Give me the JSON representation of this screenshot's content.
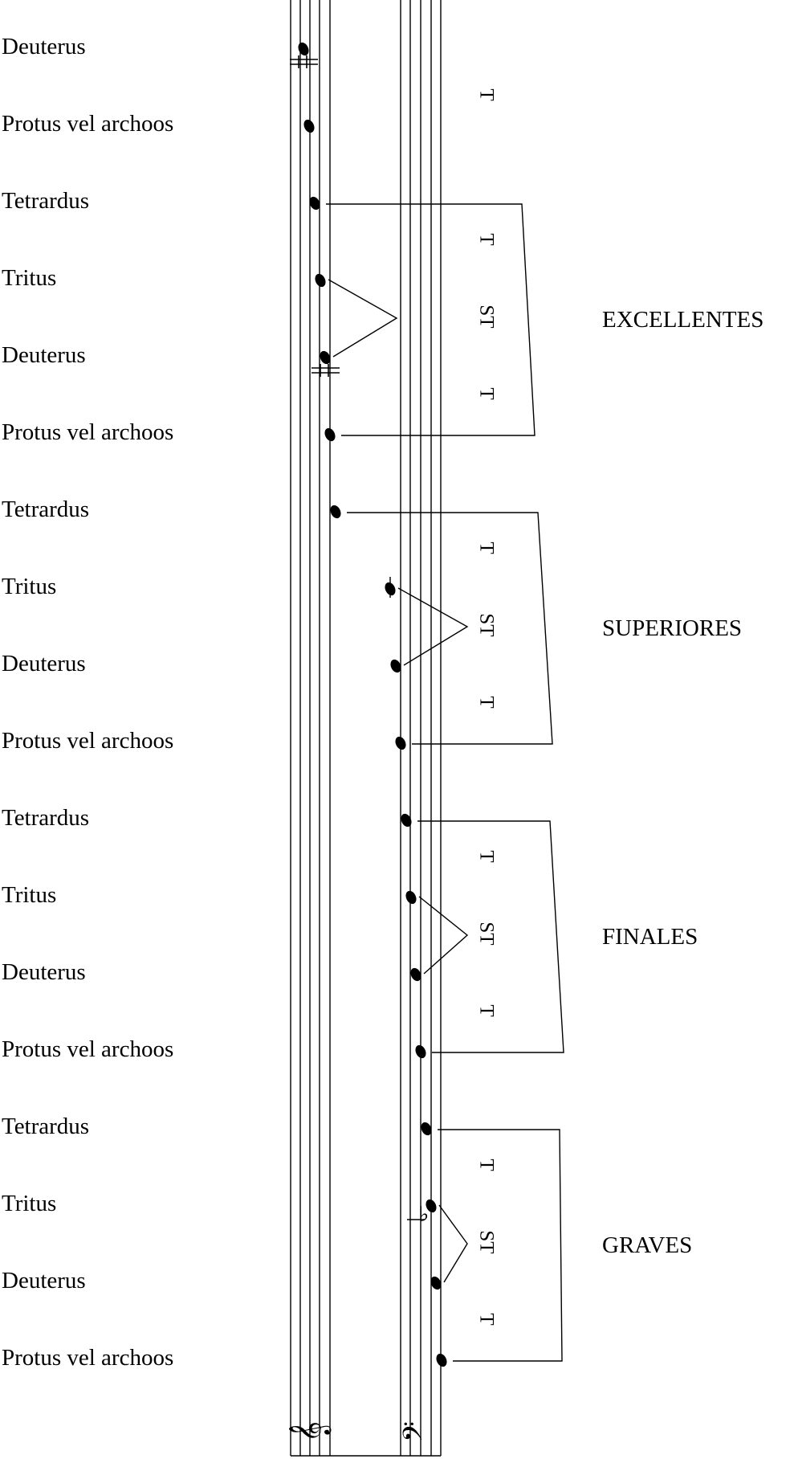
{
  "notes": [
    {
      "label": "Deuterus",
      "accidental": "sharp"
    },
    {
      "label": "Protus vel archoos"
    },
    {
      "label": "Tetrardus"
    },
    {
      "label": "Tritus"
    },
    {
      "label": "Deuterus",
      "accidental": "sharp"
    },
    {
      "label": "Protus vel archoos"
    },
    {
      "label": "Tetrardus"
    },
    {
      "label": "Tritus"
    },
    {
      "label": "Deuterus"
    },
    {
      "label": "Protus vel archoos"
    },
    {
      "label": "Tetrardus"
    },
    {
      "label": "Tritus"
    },
    {
      "label": "Deuterus"
    },
    {
      "label": "Protus vel archoos"
    },
    {
      "label": "Tetrardus"
    },
    {
      "label": "Tritus",
      "accidental": "flat"
    },
    {
      "label": "Deuterus"
    },
    {
      "label": "Protus vel archoos"
    }
  ],
  "tetrachords": [
    {
      "name": "EXCELLENTES",
      "intervals": [
        "T",
        "ST",
        "T"
      ]
    },
    {
      "name": "SUPERIORES",
      "intervals": [
        "T",
        "ST",
        "T"
      ]
    },
    {
      "name": "FINALES",
      "intervals": [
        "T",
        "ST",
        "T"
      ]
    },
    {
      "name": "GRAVES",
      "intervals": [
        "T",
        "ST",
        "T"
      ]
    }
  ],
  "top_interval": "T",
  "clefs": {
    "treble": "treble-clef-icon",
    "bass": "bass-clef-icon"
  }
}
